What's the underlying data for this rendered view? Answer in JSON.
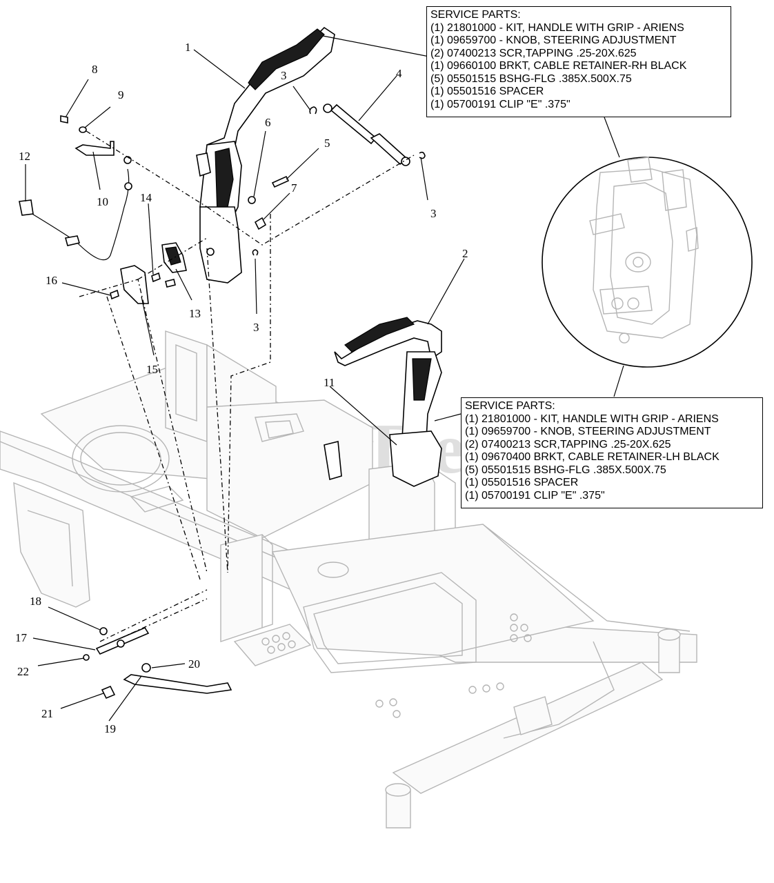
{
  "watermark": "PartsTree",
  "service_parts_rh": {
    "heading": "SERVICE PARTS:",
    "lines": [
      "(1) 21801000 - KIT, HANDLE WITH GRIP - ARIENS",
      "(1) 09659700 - KNOB, STEERING ADJUSTMENT",
      "(2) 07400213 SCR,TAPPING .25-20X.625",
      "(1) 09660100 BRKT, CABLE RETAINER-RH BLACK",
      "(5) 05501515 BSHG-FLG .385X.500X.75",
      "(1) 05501516 SPACER",
      "(1) 05700191 CLIP \"E\" .375\""
    ]
  },
  "service_parts_lh": {
    "heading": "SERVICE PARTS:",
    "lines": [
      "(1) 21801000 - KIT, HANDLE WITH GRIP - ARIENS",
      "(1) 09659700 - KNOB, STEERING ADJUSTMENT",
      "(2) 07400213 SCR,TAPPING .25-20X.625",
      "(1) 09670400 BRKT, CABLE RETAINER-LH BLACK",
      "(5) 05501515 BSHG-FLG .385X.500X.75",
      "(1) 05501516 SPACER",
      "(1) 05700191 CLIP \"E\" .375\""
    ]
  },
  "callouts": {
    "c1": "1",
    "c2": "2",
    "c3a": "3",
    "c3b": "3",
    "c3c": "3",
    "c4": "4",
    "c5": "5",
    "c6": "6",
    "c7": "7",
    "c8": "8",
    "c9": "9",
    "c10": "10",
    "c11": "11",
    "c12": "12",
    "c13": "13",
    "c14": "14",
    "c15": "15",
    "c16": "16",
    "c17": "17",
    "c18": "18",
    "c19": "19",
    "c20": "20",
    "c21": "21",
    "c22": "22"
  }
}
